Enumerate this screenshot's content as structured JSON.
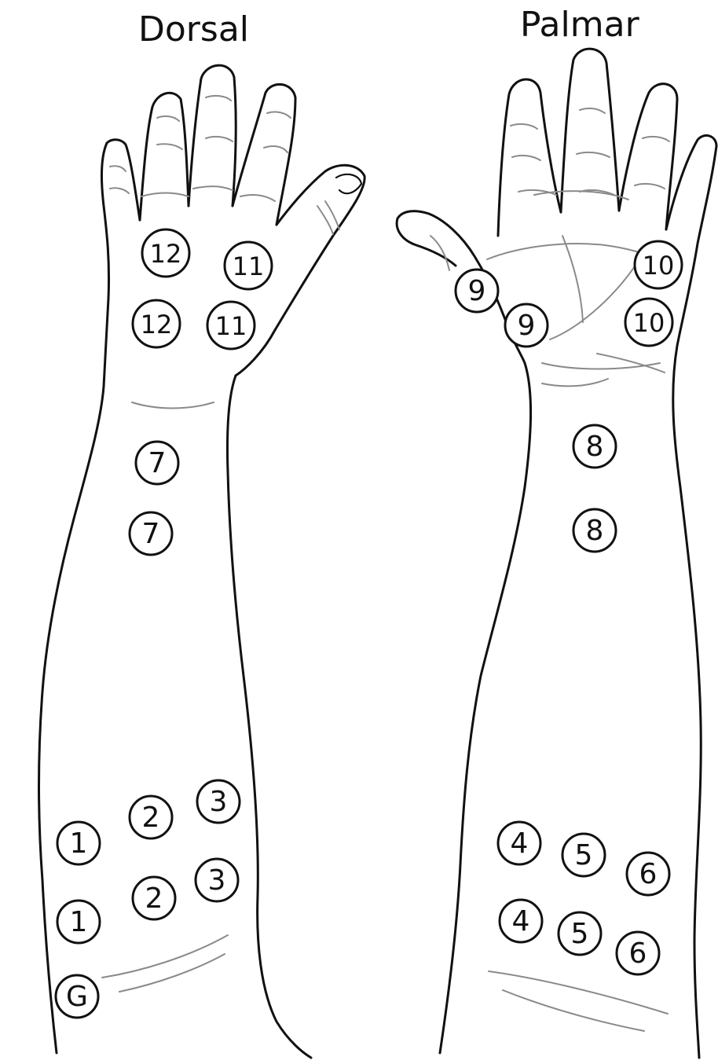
{
  "views": {
    "dorsal": {
      "title": "Dorsal"
    },
    "palmar": {
      "title": "Palmar"
    }
  },
  "colors": {
    "outline": "#111111",
    "crease": "#8a8a8a",
    "background": "#ffffff"
  },
  "markers": [
    {
      "view": "dorsal",
      "label": "12"
    },
    {
      "view": "dorsal",
      "label": "11"
    },
    {
      "view": "dorsal",
      "label": "12"
    },
    {
      "view": "dorsal",
      "label": "11"
    },
    {
      "view": "dorsal",
      "label": "7"
    },
    {
      "view": "dorsal",
      "label": "7"
    },
    {
      "view": "dorsal",
      "label": "3"
    },
    {
      "view": "dorsal",
      "label": "2"
    },
    {
      "view": "dorsal",
      "label": "1"
    },
    {
      "view": "dorsal",
      "label": "3"
    },
    {
      "view": "dorsal",
      "label": "2"
    },
    {
      "view": "dorsal",
      "label": "1"
    },
    {
      "view": "dorsal",
      "label": "G"
    },
    {
      "view": "palmar",
      "label": "10"
    },
    {
      "view": "palmar",
      "label": "9"
    },
    {
      "view": "palmar",
      "label": "9"
    },
    {
      "view": "palmar",
      "label": "10"
    },
    {
      "view": "palmar",
      "label": "8"
    },
    {
      "view": "palmar",
      "label": "8"
    },
    {
      "view": "palmar",
      "label": "4"
    },
    {
      "view": "palmar",
      "label": "5"
    },
    {
      "view": "palmar",
      "label": "6"
    },
    {
      "view": "palmar",
      "label": "4"
    },
    {
      "view": "palmar",
      "label": "5"
    },
    {
      "view": "palmar",
      "label": "6"
    }
  ]
}
